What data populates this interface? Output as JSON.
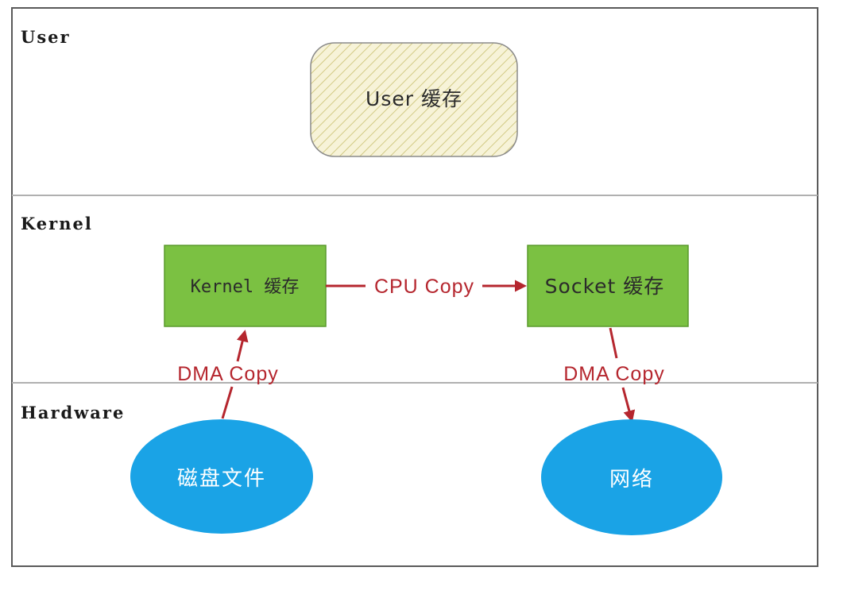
{
  "layers": {
    "user": "User",
    "kernel": "Kernel",
    "hardware": "Hardware"
  },
  "nodes": {
    "user_buffer": "User 缓存",
    "kernel_buffer": "Kernel 缓存",
    "socket_buffer": "Socket 缓存",
    "disk_file": "磁盘文件",
    "network": "网络"
  },
  "edges": {
    "cpu_copy": "CPU Copy",
    "dma_copy_left": "DMA Copy",
    "dma_copy_right": "DMA Copy"
  },
  "colors": {
    "user_buffer_fill": "#f7f3d8",
    "user_buffer_hatch": "#c9c070",
    "kernel_box_fill": "#7bc142",
    "kernel_box_stroke": "#5a9a2c",
    "ellipse_fill": "#1aa3e6",
    "arrow_color": "#b5262e",
    "divider_color": "#b0b0b0",
    "frame_color": "#5a5a5a"
  }
}
